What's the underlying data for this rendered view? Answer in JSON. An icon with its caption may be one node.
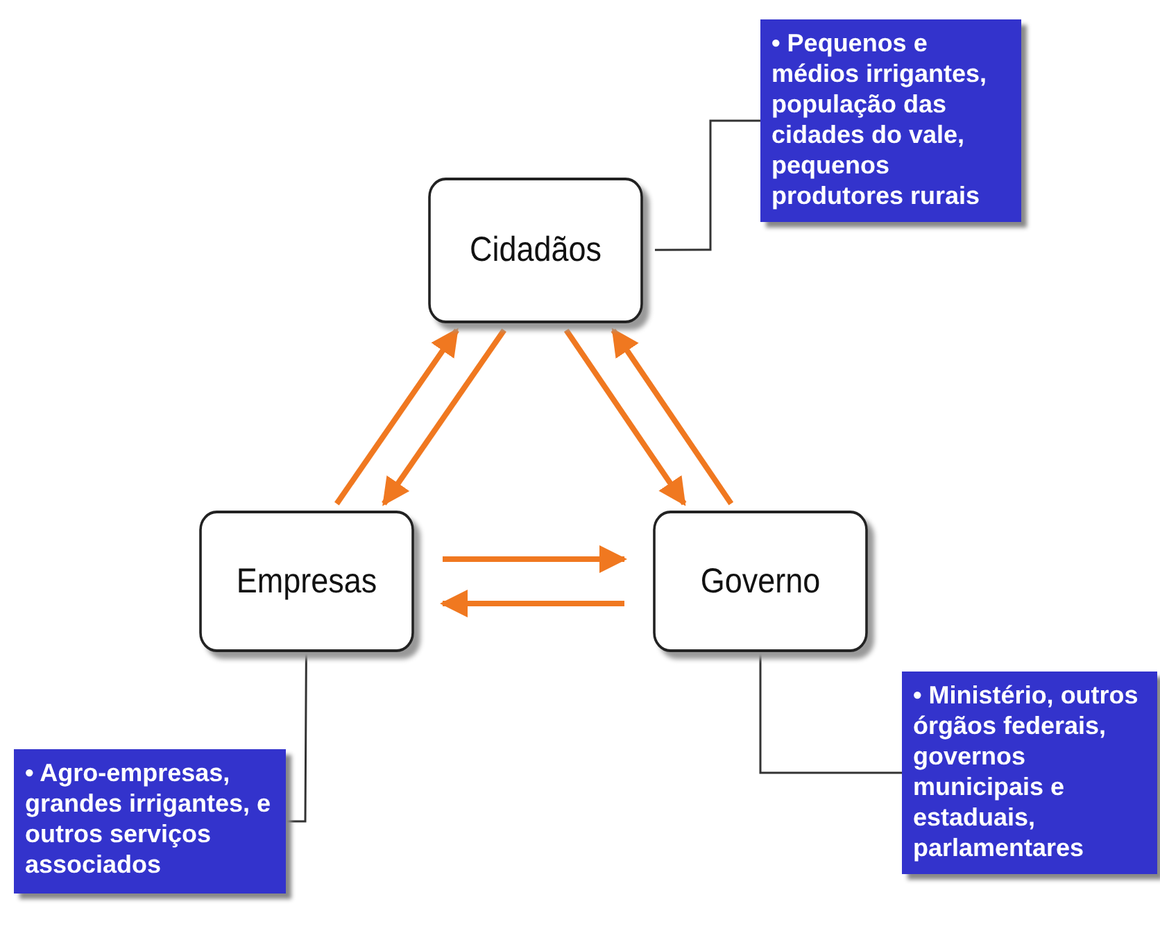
{
  "diagram": {
    "nodes": [
      {
        "text": [
          "Cidadãos"
        ]
      },
      {
        "text": [
          "Empresas"
        ]
      },
      {
        "text": [
          "Governo"
        ]
      },
      {
        "text": [
          "• Pequenos e médios irrigantes, população das cidades do vale, pequenos produtores rurais"
        ]
      },
      {
        "text": [
          "• Agro-empresas, grandes irrigantes, e outros serviços associados"
        ]
      },
      {
        "text": [
          "• Ministério, outros órgãos federais, governos municipais e estaduais, parlamentares"
        ]
      }
    ],
    "edges": [
      {
        "from": 1,
        "to": 0,
        "arrow": "to",
        "color": "#f07820"
      },
      {
        "from": 0,
        "to": 1,
        "arrow": "to",
        "color": "#f07820"
      },
      {
        "from": 0,
        "to": 2,
        "arrow": "to",
        "color": "#f07820"
      },
      {
        "from": 2,
        "to": 0,
        "arrow": "to",
        "color": "#f07820"
      },
      {
        "from": 1,
        "to": 2,
        "arrow": "to",
        "color": "#f07820"
      },
      {
        "from": 2,
        "to": 1,
        "arrow": "to",
        "color": "#f07820"
      },
      {
        "from": 0,
        "to": 3,
        "arrow": "none",
        "color": "#333333"
      },
      {
        "from": 1,
        "to": 4,
        "arrow": "none",
        "color": "#333333"
      },
      {
        "from": 2,
        "to": 5,
        "arrow": "none",
        "color": "#333333"
      }
    ]
  }
}
